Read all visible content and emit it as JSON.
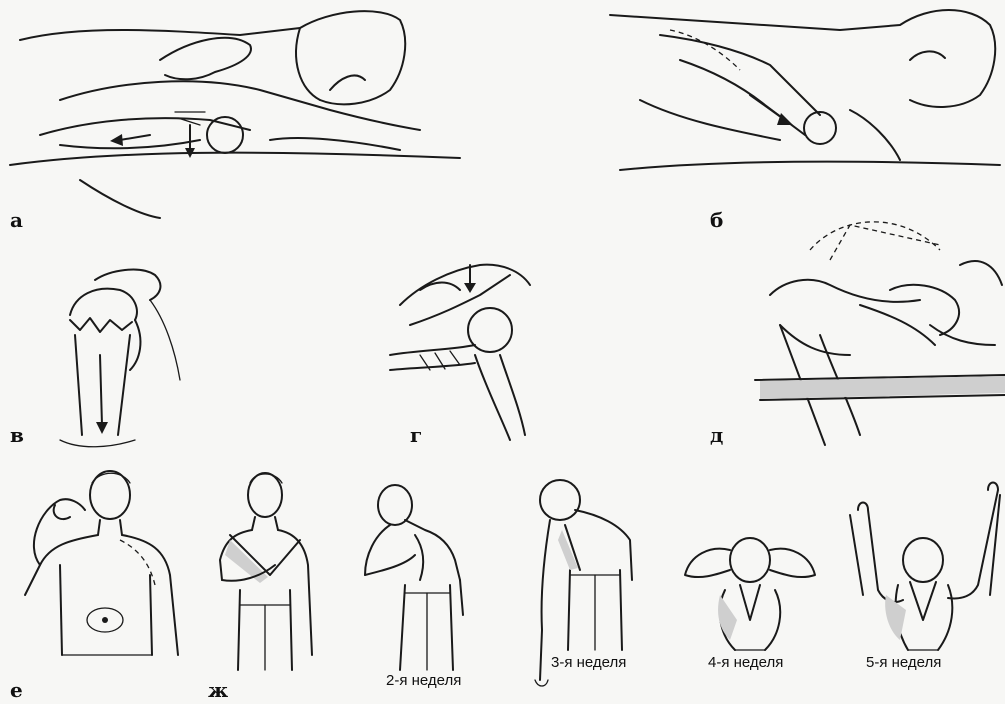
{
  "figure": {
    "panels": [
      {
        "id": "a",
        "label": "а"
      },
      {
        "id": "b",
        "label": "б"
      },
      {
        "id": "v",
        "label": "в"
      },
      {
        "id": "g",
        "label": "г"
      },
      {
        "id": "d",
        "label": "д"
      },
      {
        "id": "e",
        "label": "е"
      },
      {
        "id": "zh",
        "label": "ж"
      }
    ],
    "stages": [
      {
        "label": "2-я неделя"
      },
      {
        "label": "3-я неделя"
      },
      {
        "label": "4-я неделя"
      },
      {
        "label": "5-я неделя"
      }
    ]
  }
}
